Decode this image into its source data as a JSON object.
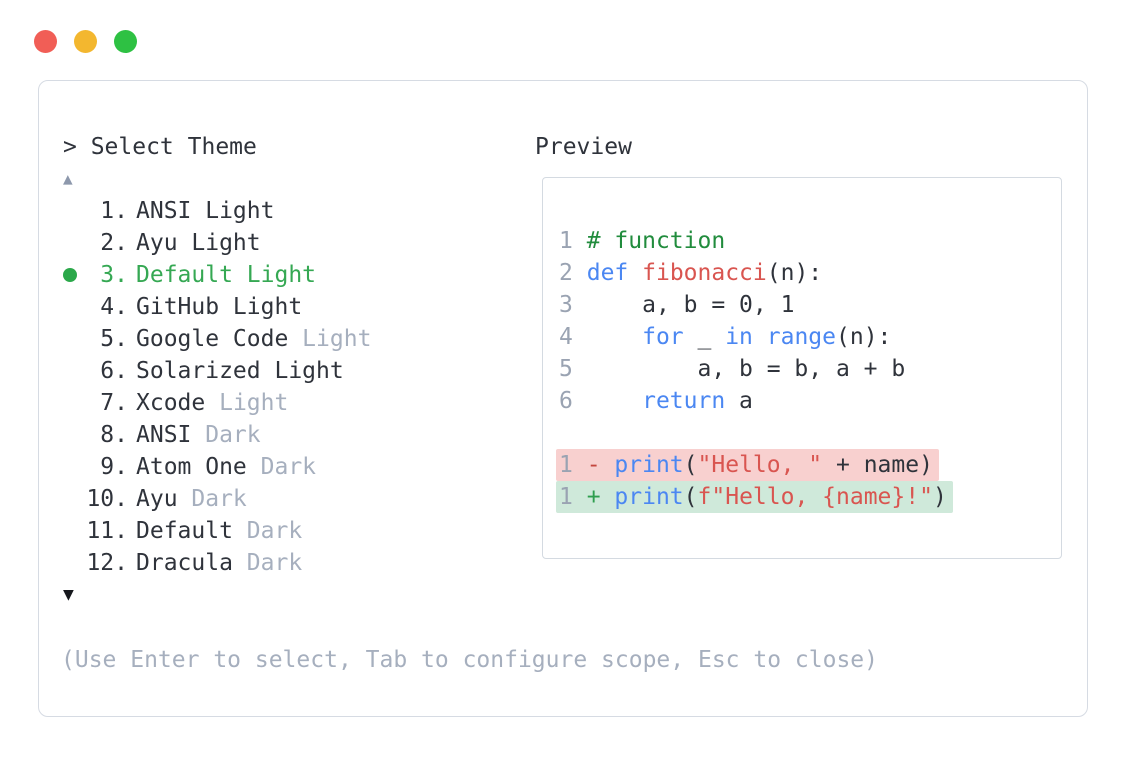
{
  "window": {
    "controls": [
      {
        "name": "close",
        "color": "#f15e56"
      },
      {
        "name": "minimize",
        "color": "#f3b72f"
      },
      {
        "name": "maximize",
        "color": "#2ec143"
      }
    ]
  },
  "prompt": {
    "text": "> Select Theme"
  },
  "theme_list": {
    "scroll_up_glyph": "▲",
    "scroll_down_glyph": "▼",
    "selected_number": "3.",
    "items": [
      {
        "number": "1.",
        "name": "ANSI Light",
        "suffix": "",
        "selected": false
      },
      {
        "number": "2.",
        "name": "Ayu Light",
        "suffix": "",
        "selected": false
      },
      {
        "number": "3.",
        "name": "Default Light",
        "suffix": "",
        "selected": true
      },
      {
        "number": "4.",
        "name": "GitHub Light",
        "suffix": "",
        "selected": false
      },
      {
        "number": "5.",
        "name": "Google Code",
        "suffix": "Light",
        "selected": false
      },
      {
        "number": "6.",
        "name": "Solarized Light",
        "suffix": "",
        "selected": false
      },
      {
        "number": "7.",
        "name": "Xcode",
        "suffix": "Light",
        "selected": false
      },
      {
        "number": "8.",
        "name": "ANSI",
        "suffix": "Dark",
        "selected": false
      },
      {
        "number": "9.",
        "name": "Atom One",
        "suffix": "Dark",
        "selected": false
      },
      {
        "number": "10.",
        "name": "Ayu",
        "suffix": "Dark",
        "selected": false
      },
      {
        "number": "11.",
        "name": "Default",
        "suffix": "Dark",
        "selected": false
      },
      {
        "number": "12.",
        "name": "Dracula",
        "suffix": "Dark",
        "selected": false
      }
    ]
  },
  "preview": {
    "label": "Preview",
    "lines": [
      {
        "num": "1",
        "bg": "",
        "segments": [
          {
            "t": "# function",
            "c": "comment"
          }
        ]
      },
      {
        "num": "2",
        "bg": "",
        "segments": [
          {
            "t": "def",
            "c": "kw"
          },
          {
            "t": " ",
            "c": "plain"
          },
          {
            "t": "fibonacci",
            "c": "fn"
          },
          {
            "t": "(n):",
            "c": "plain"
          }
        ]
      },
      {
        "num": "3",
        "bg": "",
        "segments": [
          {
            "t": "    a, b = 0, 1",
            "c": "plain"
          }
        ]
      },
      {
        "num": "4",
        "bg": "",
        "segments": [
          {
            "t": "    ",
            "c": "plain"
          },
          {
            "t": "for",
            "c": "kw"
          },
          {
            "t": " _ ",
            "c": "plain"
          },
          {
            "t": "in",
            "c": "kw"
          },
          {
            "t": " ",
            "c": "plain"
          },
          {
            "t": "range",
            "c": "kw"
          },
          {
            "t": "(n):",
            "c": "plain"
          }
        ]
      },
      {
        "num": "5",
        "bg": "",
        "segments": [
          {
            "t": "        a, b = b, a + b",
            "c": "plain"
          }
        ]
      },
      {
        "num": "6",
        "bg": "",
        "segments": [
          {
            "t": "    ",
            "c": "plain"
          },
          {
            "t": "return",
            "c": "kw"
          },
          {
            "t": " a",
            "c": "plain"
          }
        ]
      },
      {
        "num": "",
        "bg": "",
        "segments": []
      },
      {
        "num": "1",
        "bg": "del",
        "segments": [
          {
            "t": "- ",
            "c": "del"
          },
          {
            "t": "print",
            "c": "kw"
          },
          {
            "t": "(",
            "c": "plain"
          },
          {
            "t": "\"Hello, \"",
            "c": "str"
          },
          {
            "t": " + name)",
            "c": "plain"
          }
        ]
      },
      {
        "num": "1",
        "bg": "add",
        "segments": [
          {
            "t": "+ ",
            "c": "add"
          },
          {
            "t": "print",
            "c": "kw"
          },
          {
            "t": "(",
            "c": "plain"
          },
          {
            "t": "f\"Hello, {name}!\"",
            "c": "str"
          },
          {
            "t": ")",
            "c": "plain"
          }
        ]
      }
    ]
  },
  "footer": {
    "hint": "(Use Enter to select, Tab to configure scope, Esc to close)"
  },
  "colors": {
    "text-dark": "#2f333b",
    "text-gray": "#a6afbe",
    "select-green": "#35a853",
    "bullet-green": "#2ba84a",
    "comment": "#218c3d",
    "kw": "#4b87f2",
    "str": "#d95550",
    "ln": "#9aa3b2",
    "del-sign": "#c4463e",
    "add-sign": "#2f9e4f",
    "del-bg": "#f8d0cf",
    "add-bg": "#cfe9da",
    "border": "#d6dbe3",
    "tri-up": "#8d98ac",
    "tri-down": "#16181d"
  }
}
